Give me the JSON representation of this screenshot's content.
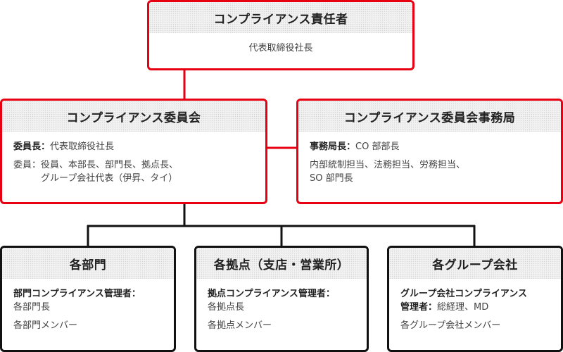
{
  "head": {
    "title": "コンプライアンス責任者",
    "body": "代表取締役社長"
  },
  "committee": {
    "title": "コンプライアンス委員会",
    "chair_label": "委員長：",
    "chair_value": "代表取締役社長",
    "members_label": "委員：",
    "members_line1": "役員、本部長、部門長、拠点長、",
    "members_line2": "グループ会社代表（伊昇、タイ）"
  },
  "secretariat": {
    "title": "コンプライアンス委員会事務局",
    "lead_label": "事務局長：",
    "lead_value": "CO 部部長",
    "staff_line1": "内部統制担当、法務担当、労務担当、",
    "staff_line2": "SO 部門長"
  },
  "departments": {
    "title": "各部門",
    "manager_label": "部門コンプライアンス管理者：",
    "manager_value": "各部門長",
    "members": "各部門メンバー"
  },
  "bases": {
    "title": "各拠点（支店・営業所）",
    "manager_label": "拠点コンプライアンス管理者：",
    "manager_value": "各拠点長",
    "members": "各拠点メンバー"
  },
  "group": {
    "title": "各グループ会社",
    "manager_label_line1": "グループ会社コンプライアンス",
    "manager_label_line2": "管理者：",
    "manager_value": "総経理、MD",
    "members": "各グループ会社メンバー"
  },
  "colors": {
    "accent_red": "#e60012",
    "border_black": "#111111",
    "header_bg": "#f2f2f2"
  }
}
